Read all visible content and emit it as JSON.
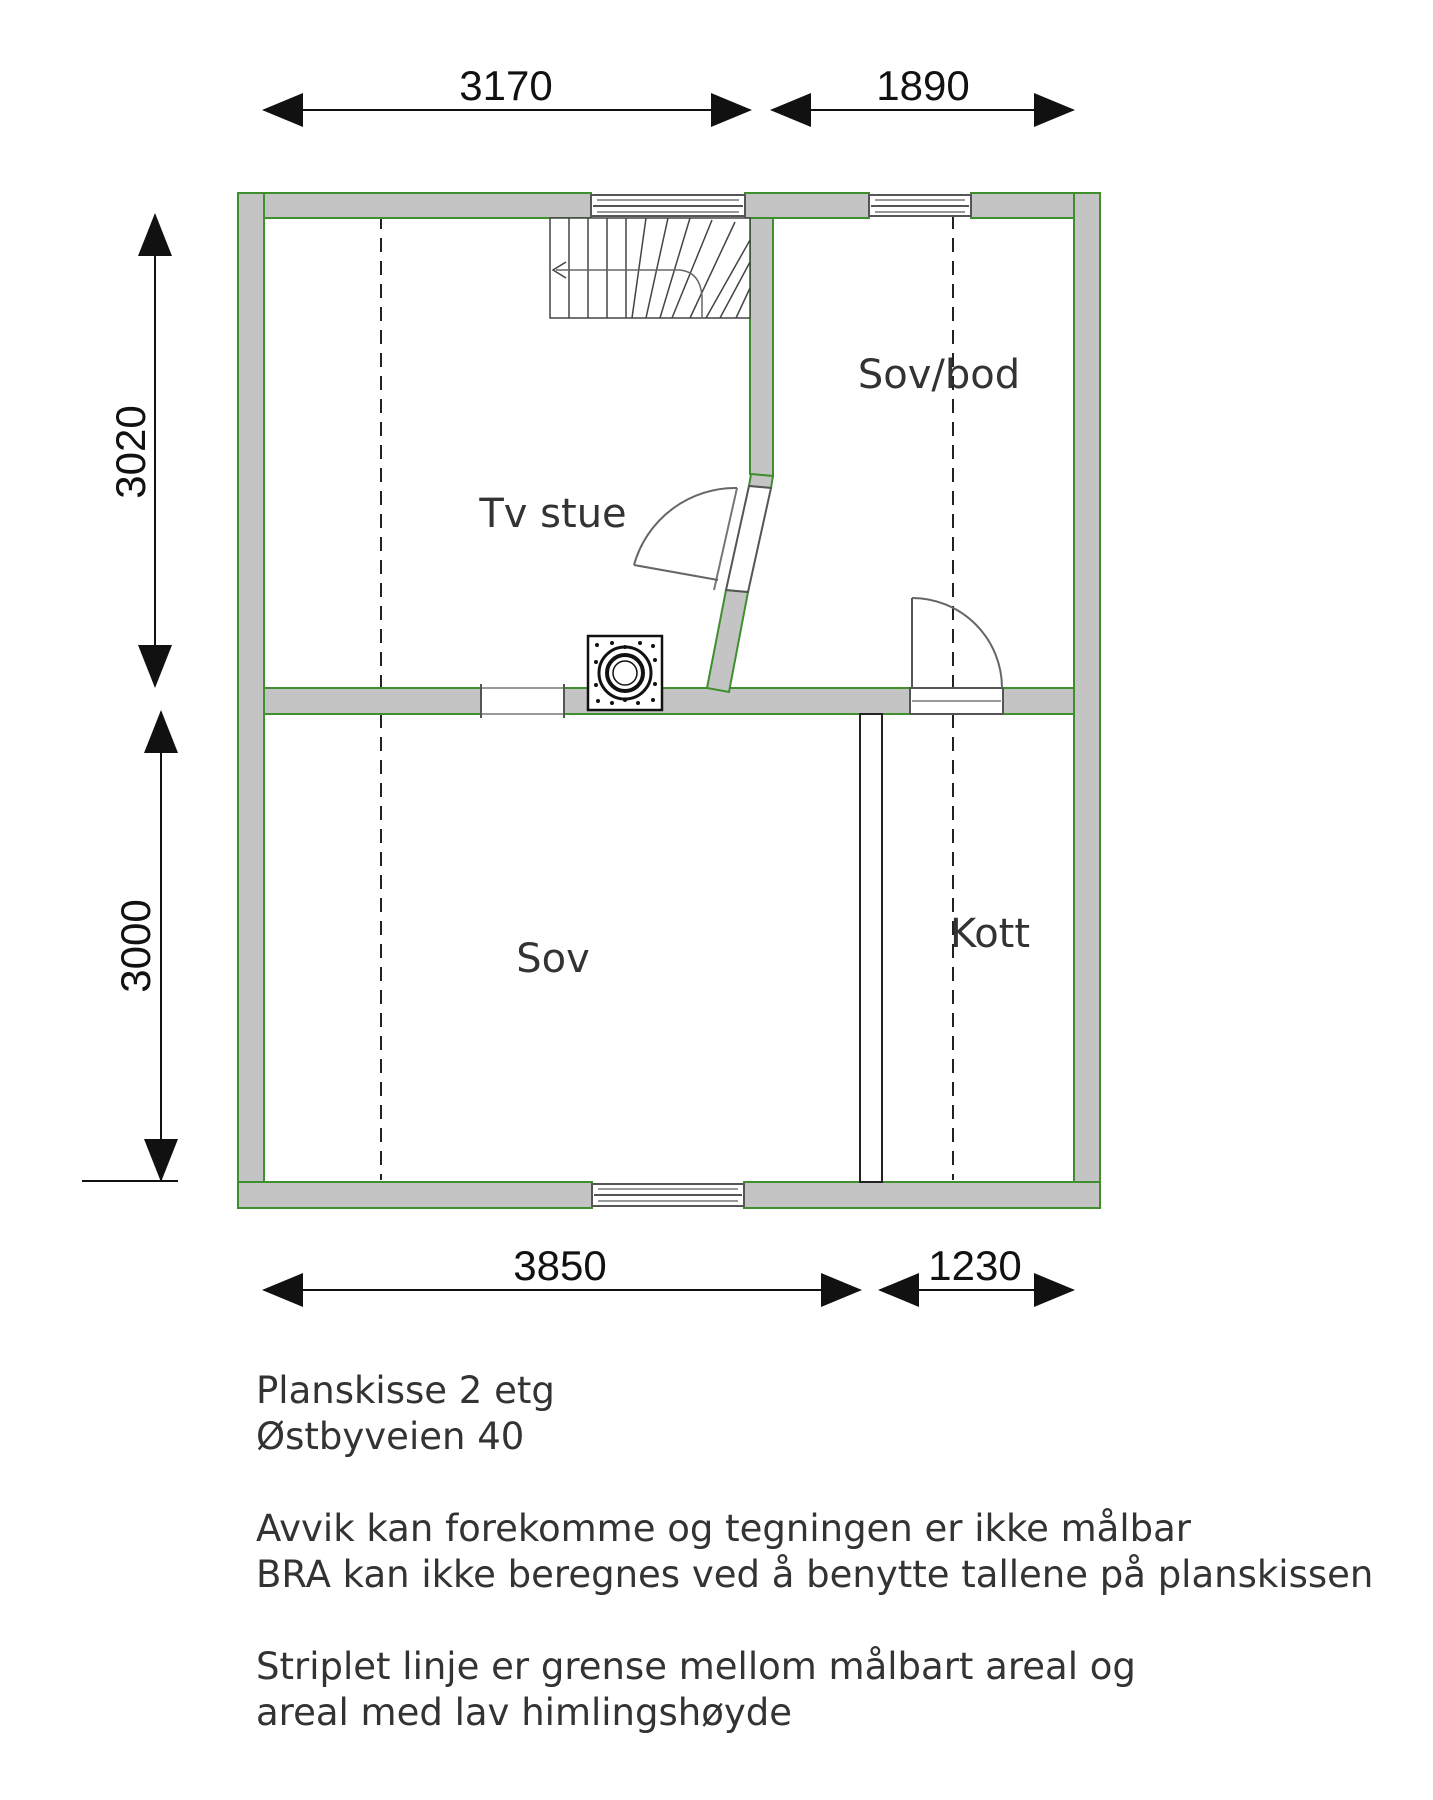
{
  "dimensions": {
    "top_left": "3170",
    "top_right": "1890",
    "left_upper": "3020",
    "left_lower": "3000",
    "bottom_left": "3850",
    "bottom_right": "1230"
  },
  "rooms": {
    "tv_stue": "Tv stue",
    "sov_bod": "Sov/bod",
    "sov": "Sov",
    "kott": "Kott"
  },
  "notes": {
    "title": "Planskisse 2 etg",
    "address": "Østbyveien 40",
    "disclaimer_1": "Avvik kan forekomme og tegningen er ikke målbar",
    "disclaimer_2": "BRA kan ikke beregnes ved å benytte tallene på planskissen",
    "legend_1": "Striplet linje er grense mellom målbart areal og",
    "legend_2": "areal med lav himlingshøyde"
  },
  "colors": {
    "wall_fill": "#c4c4c4",
    "wall_outline": "#3f8f2f",
    "line": "#111111"
  }
}
